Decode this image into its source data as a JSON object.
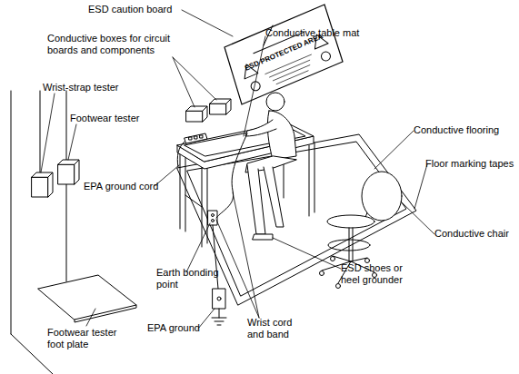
{
  "diagram": {
    "nodes": [
      {
        "text": [
          "ESD PROTECTED AREA"
        ]
      }
    ],
    "labels": [
      "ESD caution board",
      "Conductive boxes for circuit boards and components",
      "Conductive table mat",
      "Wrist-strap tester",
      "Footwear tester",
      "Conductive flooring",
      "Floor marking tapes",
      "EPA ground cord",
      "Conductive chair",
      "ESD shoes or heel grounder",
      "Earth bonding point",
      "Wrist cord and band",
      "EPA ground",
      "Footwear tester foot plate"
    ]
  }
}
